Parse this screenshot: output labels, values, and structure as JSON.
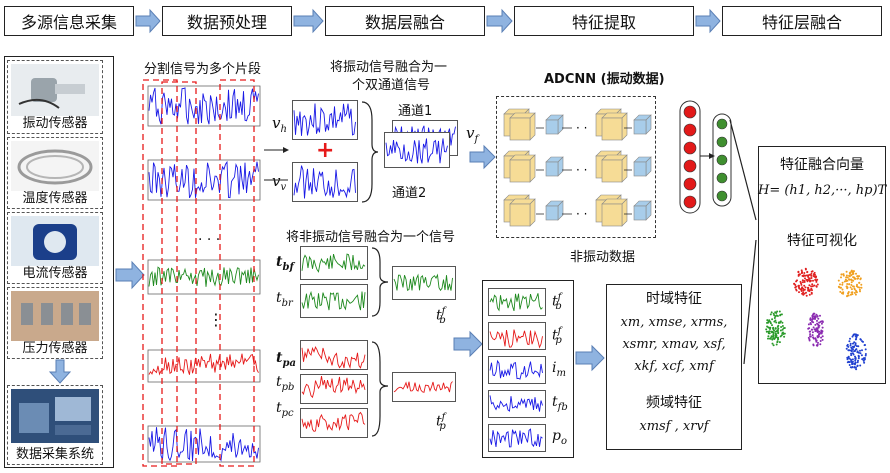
{
  "stages": [
    "多源信息采集",
    "数据预处理",
    "数据层融合",
    "特征提取",
    "特征层融合"
  ],
  "sensors": [
    "振动传感器",
    "温度传感器",
    "电流传感器",
    "压力传感器"
  ],
  "daq_label": "数据采集系统",
  "preprocess": {
    "split_label": "分割信号为多个片段",
    "ellipsis_h": "· · ·",
    "ellipsis_v": "⋮"
  },
  "vib_fusion": {
    "title_line1": "将振动信号融合为一",
    "title_line2": "个双通道信号",
    "vh": "v",
    "vh_sub": "h",
    "vv": "v",
    "vv_sub": "v",
    "plus": "+",
    "channel1": "通道1",
    "channel2": "通道2",
    "vf": "v",
    "vf_sub": "f"
  },
  "nonvib_fusion": {
    "title": "将非振动信号融合为一个信号",
    "tbf": "t",
    "tbf_sub": "bf",
    "tbr": "t",
    "tbr_sub": "br",
    "tpa": "t",
    "tpa_sub": "pa",
    "tpb": "t",
    "tpb_sub": "pb",
    "tpc": "t",
    "tpc_sub": "pc",
    "tb_f": "t",
    "tb_f_sup": "f",
    "tb_f_sub": "b",
    "tp_f": "t",
    "tp_f_sup": "f",
    "tp_f_sub": "p"
  },
  "adcnn": {
    "title": "ADCNN (振动数据)",
    "nonvib_label": "非振动数据"
  },
  "feature_stack": [
    {
      "sym": "t",
      "sup": "f",
      "sub": "b"
    },
    {
      "sym": "t",
      "sup": "f",
      "sub": "p"
    },
    {
      "sym": "i",
      "sup": "",
      "sub": "m"
    },
    {
      "sym": "t",
      "sup": "",
      "sub": "fb"
    },
    {
      "sym": "p",
      "sup": "",
      "sub": "o"
    }
  ],
  "features": {
    "time_title": "时域特征",
    "time_line1": "xm, xmse, xrms,",
    "time_line2": "xsmr, xmav, xsf,",
    "time_line3": "xkf, xcf, xmf",
    "freq_title": "频域特征",
    "freq_line1": "xmsf , xrvf"
  },
  "fusion": {
    "vector_title": "特征融合向量",
    "formula": "H= (h1, h2,···, hp)T",
    "visual_title": "特征可视化"
  },
  "colors": {
    "blue_wave": "#1a1ae6",
    "green_wave": "#1f8a1f",
    "red_wave": "#e61a1a",
    "arrow_fill": "#8fb3e0",
    "arrow_stroke": "#5a7fb5",
    "cube_yellow": "#f6dc96",
    "cube_blue": "#a8cdea",
    "neuron_red": "#e21a1a",
    "neuron_green": "#3f8f2f",
    "cluster_red": "#e02020",
    "cluster_orange": "#f0a020",
    "cluster_green": "#2a9a2a",
    "cluster_purple": "#8a2ab0",
    "cluster_blue": "#2040d0"
  }
}
